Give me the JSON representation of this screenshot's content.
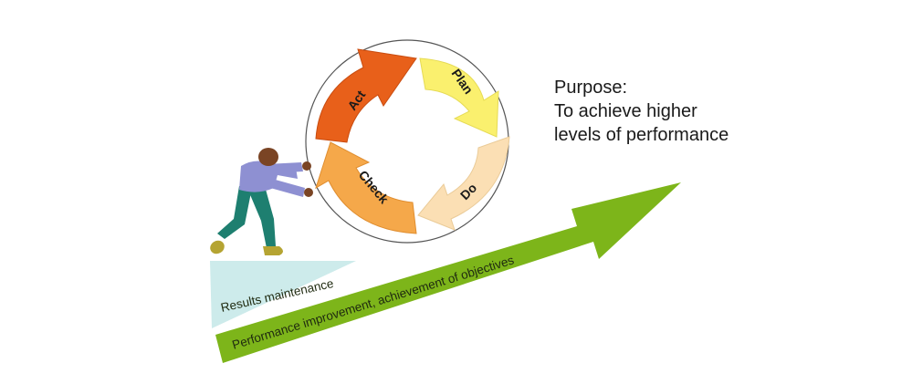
{
  "diagram": {
    "purpose": {
      "line1": "Purpose:",
      "line2": "To achieve higher",
      "line3": "levels of performance"
    },
    "cycle": {
      "steps": [
        {
          "label": "Plan",
          "color": "#FAF06E"
        },
        {
          "label": "Do",
          "color": "#FBDFB4"
        },
        {
          "label": "Check",
          "color": "#F5A84A"
        },
        {
          "label": "Act",
          "color": "#E8601A"
        }
      ]
    },
    "ramp": {
      "label": "Results maintenance",
      "color": "#CDEBEB"
    },
    "arrow": {
      "label": "Performance improvement, achievement of objectives",
      "color": "#7DB51A"
    },
    "figure": {
      "shirt_color": "#8E90D2",
      "pants_color": "#1E7F70",
      "skin_color": "#7A4424",
      "shoe_color": "#B5A432"
    }
  }
}
